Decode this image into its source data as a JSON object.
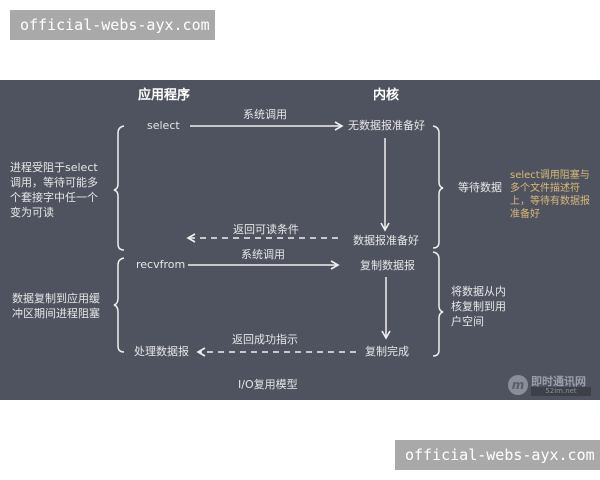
{
  "watermarks": {
    "top": "official-webs-ayx.com",
    "bottom": "official-webs-ayx.com"
  },
  "diagram": {
    "title": "I/O复用模型",
    "columns": {
      "application": "应用程序",
      "kernel": "内核"
    },
    "app_nodes": {
      "select": "select",
      "recvfrom": "recvfrom",
      "process": "处理数据报"
    },
    "kernel_nodes": {
      "no_data": "无数据报准备好",
      "data_ready": "数据报准备好",
      "copy": "复制数据报",
      "copy_done": "复制完成"
    },
    "arrows": {
      "syscall_1": "系统调用",
      "return_readable": "返回可读条件",
      "syscall_2": "系统调用",
      "return_success": "返回成功指示"
    },
    "left_notes": {
      "blocked_select": "进程受阻于select调用，等待可能多个套接字中任一个变为可读",
      "blocked_copy": "数据复制到应用缓冲区期间进程阻塞"
    },
    "right_notes": {
      "wait_data": "等待数据",
      "select_note": "select调用阻塞与多个文件描述符上，等待有数据报准备好",
      "copy_note": "将数据从内核复制到用户空间"
    },
    "logo": {
      "name": "即时通讯网",
      "url": "52im.net",
      "mark": "m"
    },
    "colors": {
      "background": "#4f5360",
      "text": "#e6e6e6",
      "note": "#d8b977",
      "watermark_bg": "#a9a9a9"
    }
  }
}
